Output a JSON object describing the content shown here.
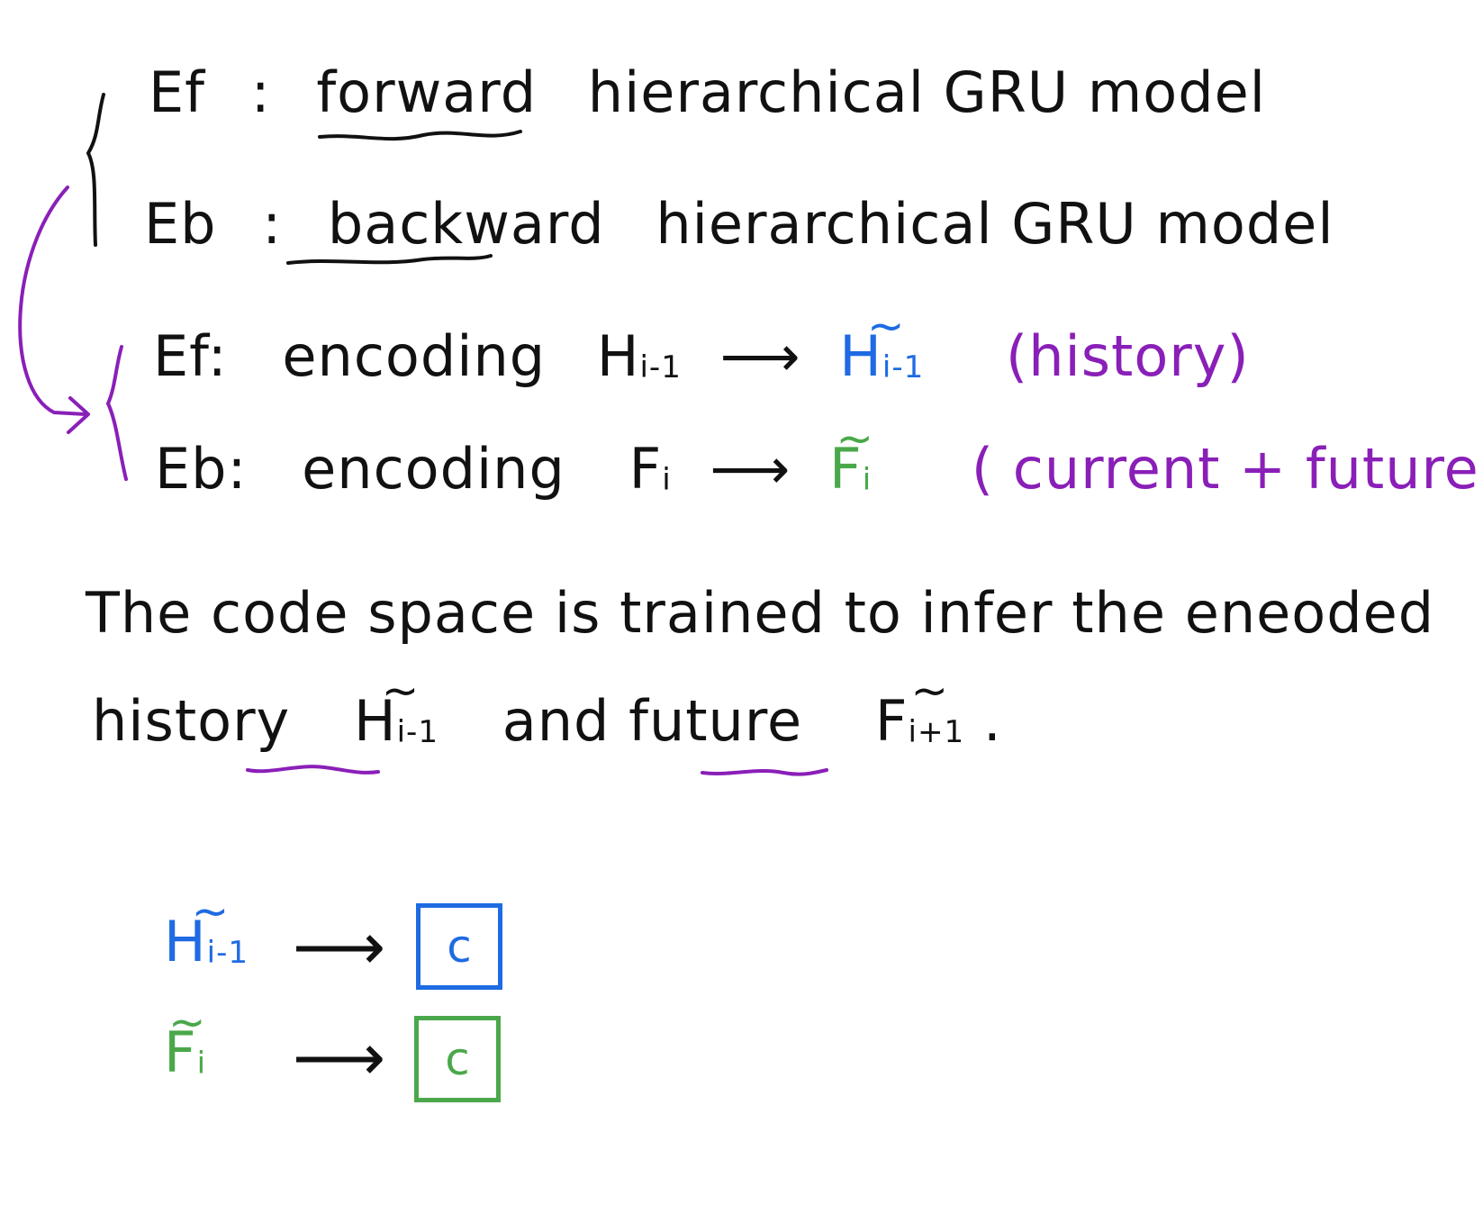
{
  "lines": {
    "l1": {
      "label": "Ef",
      "sep": ":",
      "word": "forward",
      "rest": "hierarchical GRU model"
    },
    "l2": {
      "label": "Eb",
      "sep": ":",
      "word": "backward",
      "rest": "hierarchical GRU model"
    },
    "l3": {
      "label": "Ef:",
      "verb": "encoding",
      "input": "H",
      "input_sub": "i-1",
      "arrow": "⟶",
      "output": "H",
      "output_sub": "i-1",
      "tilde": "~",
      "note": "(history)"
    },
    "l4": {
      "label": "Eb:",
      "verb": "encoding",
      "input": "F",
      "input_sub": "i",
      "arrow": "⟶",
      "output": "F",
      "output_sub": "i",
      "tilde": "~",
      "note": "( current + future)"
    }
  },
  "sentence": {
    "line1": "The code space is trained to infer the eneoded",
    "line2_a": "history",
    "h": "H",
    "h_sub": "i-1",
    "line2_b": "and future",
    "f": "F",
    "f_sub": "i+1",
    "period": ".",
    "tilde": "~"
  },
  "mapping": {
    "row1": {
      "sym": "H",
      "sub": "i-1",
      "tilde": "~",
      "arrow": "⟶",
      "box": "c"
    },
    "row2": {
      "sym": "F",
      "sub": "i",
      "tilde": "~",
      "arrow": "⟶",
      "box": "c"
    }
  },
  "colors": {
    "ink": "#111111",
    "blue": "#1e6be3",
    "green": "#4aa84a",
    "purple": "#8a1fb8"
  }
}
